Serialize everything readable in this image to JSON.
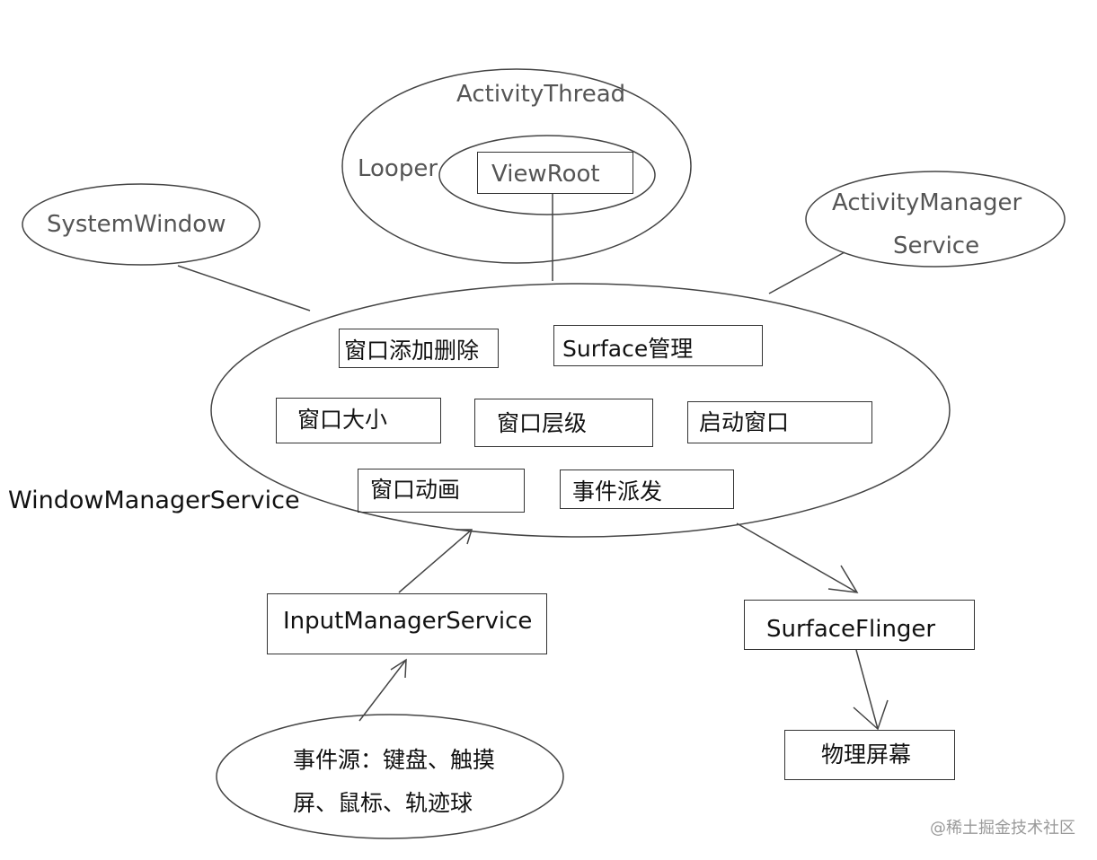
{
  "nodes": {
    "activity_thread": "ActivityThread",
    "looper": "Looper",
    "view_root": "ViewRoot",
    "system_window": "SystemWindow",
    "activity_manager_line1": "ActivityManager",
    "activity_manager_line2": "Service",
    "wms": "WindowManagerService",
    "input_manager": "InputManagerService",
    "surface_flinger": "SurfaceFlinger",
    "physical_screen": "物理屏幕",
    "event_source_line1": "事件源：键盘、触摸",
    "event_source_line2": "屏、鼠标、轨迹球"
  },
  "wms_functions": {
    "add_remove": "窗口添加删除",
    "surface_mgmt": "Surface管理",
    "window_size": "窗口大小",
    "window_layer": "窗口层级",
    "start_window": "启动窗口",
    "window_anim": "窗口动画",
    "event_dispatch": "事件派发"
  },
  "watermark": "@稀土掘金技术社区"
}
